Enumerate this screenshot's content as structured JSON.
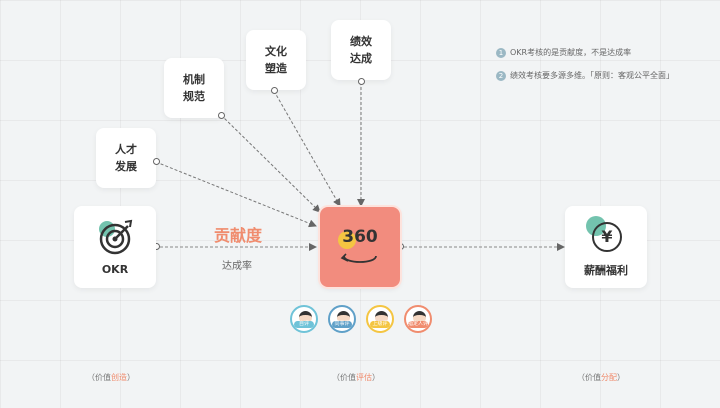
{
  "notes": [
    {
      "num": "1",
      "text": "OKR考核的是贡献度，不是达成率"
    },
    {
      "num": "2",
      "text": "绩效考核要多源多维。「原则：客观公平全面」"
    }
  ],
  "inputs": {
    "talent": [
      "人才",
      "发展"
    ],
    "mechanism": [
      "机制",
      "规范"
    ],
    "culture": [
      "文化",
      "塑造"
    ],
    "performance": [
      "绩效",
      "达成"
    ]
  },
  "okr": {
    "label": "OKR"
  },
  "contribution": {
    "title": "贡献度",
    "subtitle": "达成率"
  },
  "center": {
    "label": "360"
  },
  "salary": {
    "icon_char": "¥",
    "label": "薪酬福利"
  },
  "evaluators": [
    {
      "label": "自评",
      "color": "#6fc3d8"
    },
    {
      "label": "同事评",
      "color": "#5fa0c8"
    },
    {
      "label": "上级评",
      "color": "#f4c542"
    },
    {
      "label": "指定人评",
      "color": "#f08c6e"
    }
  ],
  "footer": [
    {
      "prefix": "（价值",
      "highlight": "创造",
      "suffix": "）"
    },
    {
      "prefix": "（价值",
      "highlight": "评估",
      "suffix": "）"
    },
    {
      "prefix": "（价值",
      "highlight": "分配",
      "suffix": "）"
    }
  ],
  "colors": {
    "accent": "#f08c6e",
    "center_bg": "#f28c7e",
    "note_badge": "#9bb8c4",
    "icon_teal": "#5bb8a0"
  }
}
